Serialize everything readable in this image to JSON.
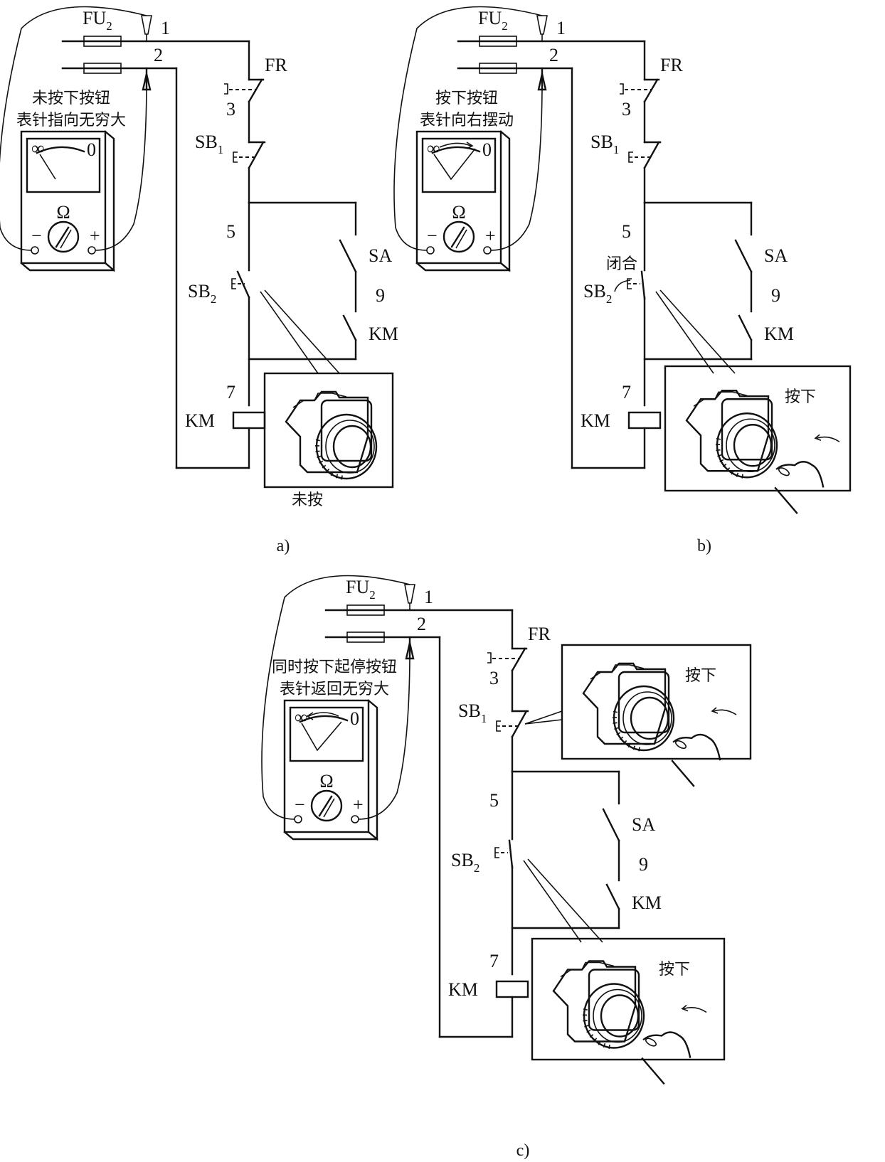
{
  "figure": {
    "panels": [
      {
        "id": "a",
        "caption": "a)",
        "meter_note": [
          "未按下按钮",
          "表针指向无穷大"
        ],
        "meter_needle": "infinity",
        "button_state_label": "未按",
        "sb2_state_label": "",
        "sb1_pressed": false,
        "sb2_pressed": false
      },
      {
        "id": "b",
        "caption": "b)",
        "meter_note": [
          "按下按钮",
          "表针向右摆动"
        ],
        "meter_needle": "swing-right",
        "button_state_label": "按下",
        "sb2_state_label": "闭合",
        "sb1_pressed": false,
        "sb2_pressed": true
      },
      {
        "id": "c",
        "caption": "c)",
        "meter_note": [
          "同时按下起停按钮",
          "表针返回无穷大"
        ],
        "meter_needle": "return-infinity",
        "button_state_label": "按下",
        "sb1_button_label": "按下",
        "sb2_state_label": "",
        "sb1_pressed": true,
        "sb2_pressed": true
      }
    ],
    "labels": {
      "fuse": "FU",
      "fuse_sub": "2",
      "node1": "1",
      "node2": "2",
      "node3": "3",
      "node5": "5",
      "node7": "7",
      "node9": "9",
      "fr": "FR",
      "sb": "SB",
      "sb1_sub": "1",
      "sb2_sub": "2",
      "sa": "SA",
      "km": "KM",
      "ohm": "Ω",
      "infinity": "∞",
      "zero": "0",
      "minus": "−",
      "plus": "+"
    },
    "icons": [
      "multimeter-icon",
      "probe-icon",
      "pushbutton-icon",
      "finger-icon",
      "fuse-icon",
      "coil-icon"
    ]
  }
}
